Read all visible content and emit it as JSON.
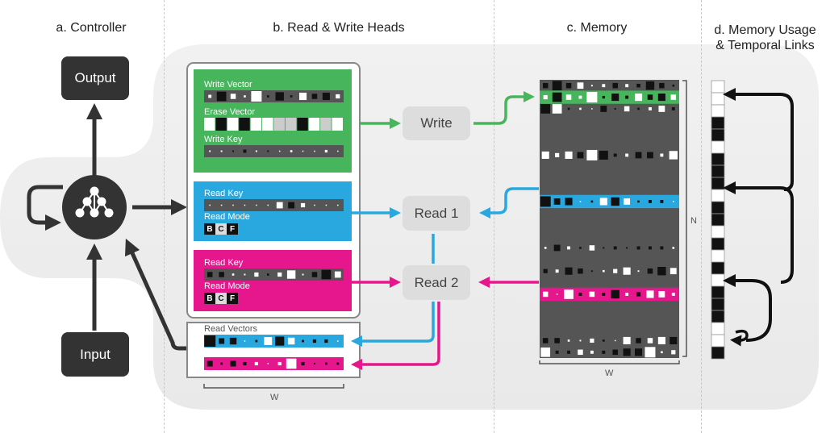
{
  "section_titles": {
    "controller": "a. Controller",
    "heads": "b. Read & Write Heads",
    "memory": "c. Memory",
    "usage_line1": "d. Memory Usage",
    "usage_line2": "& Temporal Links"
  },
  "controller": {
    "output_label": "Output",
    "input_label": "Input",
    "icon": "neural-network-icon"
  },
  "write_head": {
    "color": "#47b55c",
    "write_vector_label": "Write Vector",
    "erase_vector_label": "Erase Vector",
    "write_key_label": "Write Key",
    "write_vector": [
      0.3,
      -0.9,
      0.5,
      0.2,
      1.0,
      -0.2,
      -0.8,
      -0.2,
      0.7,
      -0.5,
      -0.7,
      0.4
    ],
    "erase_vector": [
      "white",
      "black",
      "white",
      "black",
      "white",
      "white",
      "gray",
      "gray",
      "black",
      "white",
      "gray",
      "white"
    ],
    "write_key": [
      0.15,
      0.15,
      -0.15,
      -0.3,
      0.15,
      -0.15,
      0.1,
      0.2,
      0.1,
      0.1,
      0.25,
      0.1
    ]
  },
  "read_head_1": {
    "color": "#29a8e0",
    "read_key_label": "Read Key",
    "read_mode_label": "Read Mode",
    "read_key": [
      0,
      0,
      0,
      0,
      0,
      0,
      0.6,
      -0.6,
      0.4,
      0,
      0,
      0
    ],
    "read_mode": [
      "B",
      "C",
      "F"
    ],
    "read_mode_active": 1
  },
  "read_head_2": {
    "color": "#e6168c",
    "read_key_label": "Read Key",
    "read_mode_label": "Read Mode",
    "read_key": [
      -0.5,
      -0.5,
      0.2,
      0.15,
      0.4,
      -0.2,
      0.4,
      0.8,
      0.15,
      -0.5,
      -0.9,
      0.6
    ],
    "read_mode": [
      "B",
      "C",
      "F"
    ],
    "read_mode_active": 1
  },
  "read_vectors": {
    "label": "Read Vectors",
    "vector_1": [
      -1.0,
      -0.5,
      -0.6,
      0.05,
      -0.2,
      0.7,
      -0.8,
      0.6,
      -0.2,
      -0.3,
      -0.3,
      0.1
    ],
    "vector_2": [
      -0.5,
      -0.2,
      -0.5,
      -0.3,
      0.3,
      0.1,
      0.3,
      0.9,
      -0.3,
      -0.15,
      -0.2,
      -0.2
    ],
    "width_label": "W"
  },
  "heads": {
    "write": "Write",
    "read1": "Read 1",
    "read2": "Read 2"
  },
  "memory": {
    "n_label": "N",
    "w_label": "W",
    "rows": [
      {
        "row": 0,
        "highlight": null,
        "values": [
          -0.5,
          -0.9,
          -0.5,
          0.6,
          0.15,
          0.3,
          -0.5,
          0.3,
          -0.35,
          -0.8,
          -0.5,
          -0.2
        ]
      },
      {
        "row": 1,
        "highlight": "write",
        "values": [
          0.4,
          -0.9,
          0.5,
          0.3,
          1.0,
          -0.25,
          -0.7,
          -0.3,
          0.7,
          -0.5,
          -0.7,
          0.5
        ]
      },
      {
        "row": 2,
        "highlight": null,
        "values": [
          -0.9,
          0.9,
          -0.2,
          0.2,
          0.1,
          -0.6,
          -0.15,
          0.5,
          -0.2,
          0.3,
          0.6,
          -0.3
        ]
      },
      {
        "row": 6,
        "highlight": null,
        "values": [
          0.7,
          0.4,
          0.7,
          -0.6,
          1.0,
          -0.85,
          -0.3,
          0.3,
          -0.6,
          -0.6,
          0.3,
          0.8
        ]
      },
      {
        "row": 10,
        "highlight": "read1",
        "values": [
          -1.0,
          -0.6,
          -0.7,
          0.05,
          -0.2,
          0.7,
          -0.8,
          0.6,
          -0.2,
          -0.3,
          -0.3,
          0.1
        ]
      },
      {
        "row": 14,
        "highlight": null,
        "values": [
          0.2,
          -0.6,
          0.3,
          -0.2,
          0.5,
          -0.15,
          -0.3,
          -0.15,
          -0.3,
          -0.3,
          -0.3,
          0.2
        ]
      },
      {
        "row": 16,
        "highlight": null,
        "values": [
          -0.4,
          0.3,
          -0.7,
          -0.5,
          -0.15,
          0.2,
          0.4,
          0.7,
          0.15,
          -0.5,
          -0.8,
          0.6
        ]
      },
      {
        "row": 18,
        "highlight": "read2",
        "values": [
          0.5,
          0.05,
          0.9,
          -0.3,
          0.5,
          -0.3,
          -0.8,
          0.3,
          -0.4,
          0.7,
          0.6,
          0.3
        ]
      },
      {
        "row": 22,
        "highlight": null,
        "values": [
          -0.5,
          -0.5,
          0.2,
          0.15,
          0.4,
          -0.2,
          0.1,
          0.7,
          -0.5,
          0.5,
          0.7,
          -0.7
        ]
      },
      {
        "row": 23,
        "highlight": null,
        "values": [
          0.9,
          -0.3,
          -0.3,
          0.5,
          0.3,
          -0.3,
          -0.5,
          -0.7,
          -0.7,
          1.0,
          0.2,
          0.4
        ]
      }
    ],
    "total_rows": 24
  },
  "usage": {
    "cells": [
      "white",
      "white",
      "white",
      "black",
      "black",
      "white",
      "black",
      "black",
      "black",
      "white",
      "black",
      "black",
      "white",
      "black",
      "white",
      "black",
      "white",
      "black",
      "black",
      "black",
      "white",
      "white",
      "black"
    ]
  }
}
